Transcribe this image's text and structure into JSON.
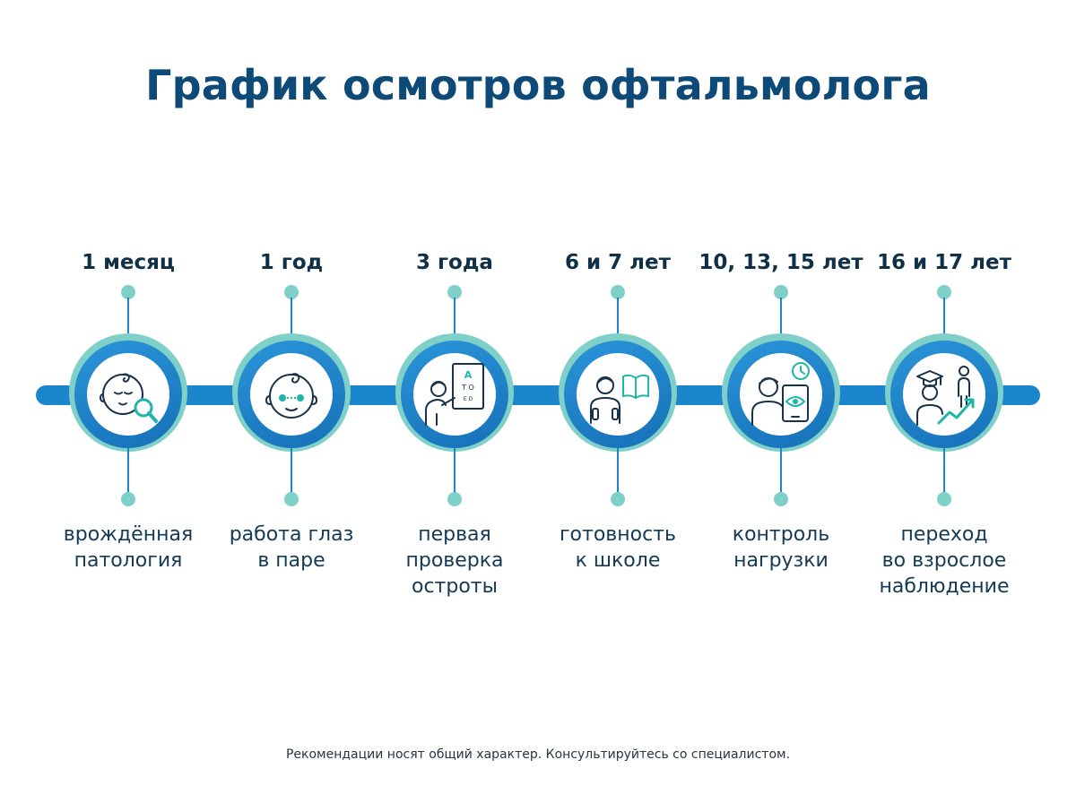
{
  "title": "График осмотров офтальмолога",
  "steps": [
    {
      "age": "1 месяц",
      "desc_lines": [
        "врождённая",
        "патология"
      ],
      "icon": "baby-magnifier-icon"
    },
    {
      "age": "1 год",
      "desc_lines": [
        "работа глаз",
        "в паре"
      ],
      "icon": "toddler-eyes-icon"
    },
    {
      "age": "3 года",
      "desc_lines": [
        "первая",
        "проверка",
        "остроты"
      ],
      "icon": "eye-chart-child-icon"
    },
    {
      "age": "6 и 7 лет",
      "desc_lines": [
        "готовность",
        "к школе"
      ],
      "icon": "student-book-icon"
    },
    {
      "age": "10, 13, 15 лет",
      "desc_lines": [
        "контроль",
        "нагрузки"
      ],
      "icon": "teen-tablet-icon"
    },
    {
      "age": "16 и 17 лет",
      "desc_lines": [
        "переход",
        "во взрослое",
        "наблюдение"
      ],
      "icon": "graduate-growth-icon"
    }
  ],
  "chart_letters": {
    "row1": "A",
    "row2": "T O",
    "row3": "E D"
  },
  "footnote": "Рекомендации носят общий характер. Консультируйтесь со специалистом.",
  "colors": {
    "title": "#0d4a78",
    "bar": "#1c86cc",
    "teal": "#7fd0c8",
    "ring": "#1670b8",
    "icon_stroke": "#17324a",
    "icon_accent": "#20b5a9"
  }
}
